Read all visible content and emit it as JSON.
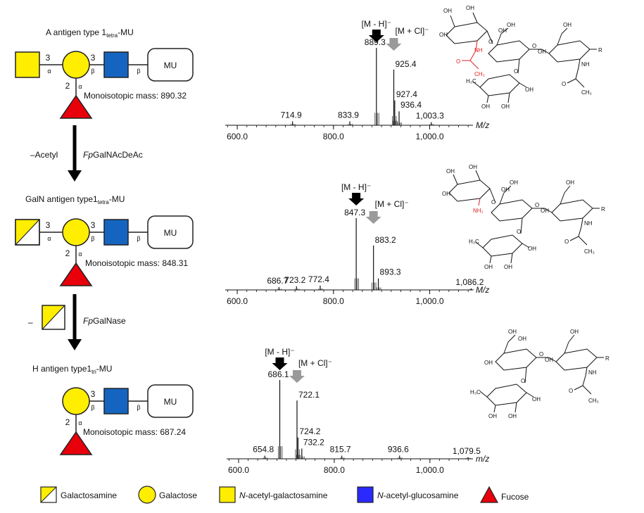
{
  "glycans": [
    {
      "title_pre": "A antigen type 1",
      "title_sub": "tetra",
      "title_post": "-MU",
      "links": {
        "terminal_pos": "3",
        "terminal_anomer": "α",
        "gal_pos": "3",
        "gal_anomer": "β",
        "glc_anomer": "β",
        "fuc_pos": "2",
        "fuc_anomer": "α"
      },
      "aglycone": "MU",
      "mass": "Monoisotopic mass: 890.32"
    },
    {
      "title_pre": "GalN antigen type1",
      "title_sub": "tetra",
      "title_post": "-MU",
      "links": {
        "terminal_pos": "3",
        "terminal_anomer": "α",
        "gal_pos": "3",
        "gal_anomer": "β",
        "glc_anomer": "β",
        "fuc_pos": "2",
        "fuc_anomer": "α"
      },
      "aglycone": "MU",
      "mass": "Monoisotopic mass: 848.31"
    },
    {
      "title_pre": "H antigen type1",
      "title_sub": "tri",
      "title_post": "-MU",
      "links": {
        "gal_pos": "3",
        "gal_anomer": "β",
        "glc_anomer": "β",
        "fuc_pos": "2",
        "fuc_anomer": "α"
      },
      "aglycone": "MU",
      "mass": "Monoisotopic mass: 687.24"
    }
  ],
  "steps": [
    {
      "left": "–Acetyl",
      "enzyme_italic": "Fp",
      "enzyme_rest": "GalNAcDeAc"
    },
    {
      "left": "–",
      "enzyme_italic": "Fp",
      "enzyme_rest": "GalNase"
    }
  ],
  "spectra": [
    {
      "xlim": [
        575,
        1090
      ],
      "ticks": [
        "600.0",
        "800.0",
        "1,000.0"
      ],
      "tick_values": [
        600,
        800,
        1000
      ],
      "axis_label": "M/z",
      "mh_label": "[M - H]⁻",
      "mcl_label": "[M + Cl]⁻",
      "peaks": [
        {
          "mz": 889.3,
          "label": "889.3",
          "rel": 1.0
        },
        {
          "mz": 925.4,
          "label": "925.4",
          "rel": 0.72
        },
        {
          "mz": 927.4,
          "label": "927.4",
          "rel": 0.32
        },
        {
          "mz": 936.4,
          "label": "936.4",
          "rel": 0.18
        },
        {
          "mz": 714.9,
          "label": "714.9",
          "rel": 0.05
        },
        {
          "mz": 833.9,
          "label": "833.9",
          "rel": 0.05
        },
        {
          "mz": 1003.3,
          "label": "1,003.3",
          "rel": 0.04
        }
      ]
    },
    {
      "xlim": [
        575,
        1090
      ],
      "ticks": [
        "600.0",
        "800.0",
        "1,000.0"
      ],
      "tick_values": [
        600,
        800,
        1000
      ],
      "axis_label": "M/z",
      "mh_label": "[M - H]⁻",
      "mcl_label": "[M + Cl]⁻",
      "peaks": [
        {
          "mz": 847.3,
          "label": "847.3",
          "rel": 1.0
        },
        {
          "mz": 883.2,
          "label": "883.2",
          "rel": 0.62
        },
        {
          "mz": 893.3,
          "label": "893.3",
          "rel": 0.16
        },
        {
          "mz": 686.7,
          "label": "686.7",
          "rel": 0.04
        },
        {
          "mz": 723.2,
          "label": "723.2",
          "rel": 0.05
        },
        {
          "mz": 772.4,
          "label": "772.4",
          "rel": 0.06
        },
        {
          "mz": 1086.2,
          "label": "1,086.2",
          "rel": 0.02
        }
      ]
    },
    {
      "xlim": [
        575,
        1090
      ],
      "ticks": [
        "600.0",
        "800.0",
        "1,000.0"
      ],
      "tick_values": [
        600,
        800,
        1000
      ],
      "axis_label": "m/z",
      "mh_label": "[M - H]⁻",
      "mcl_label": "[M + Cl]⁻",
      "peaks": [
        {
          "mz": 686.1,
          "label": "686.1",
          "rel": 1.0
        },
        {
          "mz": 722.1,
          "label": "722.1",
          "rel": 0.74
        },
        {
          "mz": 724.2,
          "label": "724.2",
          "rel": 0.27
        },
        {
          "mz": 732.2,
          "label": "732.2",
          "rel": 0.13
        },
        {
          "mz": 654.8,
          "label": "654.8",
          "rel": 0.04
        },
        {
          "mz": 815.7,
          "label": "815.7",
          "rel": 0.04
        },
        {
          "mz": 936.6,
          "label": "936.6",
          "rel": 0.04
        },
        {
          "mz": 1079.5,
          "label": "1,079.5",
          "rel": 0.02
        }
      ]
    }
  ],
  "structures": [
    {
      "r": "R",
      "amine_label": "NH",
      "acetyl_o": "O",
      "acetyl_ch3": "CH₃",
      "fuc_ch3": "H₃C",
      "oh": "OH",
      "o": "O"
    },
    {
      "r": "R",
      "amine_label": "NH₂",
      "fuc_ch3": "H₃C",
      "oh": "OH",
      "o": "O"
    },
    {
      "r": "R",
      "fuc_ch3": "H₃C",
      "oh": "OH",
      "o": "O"
    }
  ],
  "legend": [
    {
      "label": "Galactosamine"
    },
    {
      "label": "Galactose"
    },
    {
      "label_italic": "N",
      "label": "-acetyl-galactosamine"
    },
    {
      "label_italic": "N",
      "label": "-acetyl-glucosamine"
    },
    {
      "label": "Fucose"
    }
  ],
  "colors": {
    "galactose": "#ffee00",
    "galnac": "#ffee00",
    "glcnac": "#1565c0",
    "glcnac_legend": "#2a2aff",
    "fucose": "#e8000b",
    "red_text": "#e02020",
    "gray_arrow": "#9a9a9a"
  }
}
